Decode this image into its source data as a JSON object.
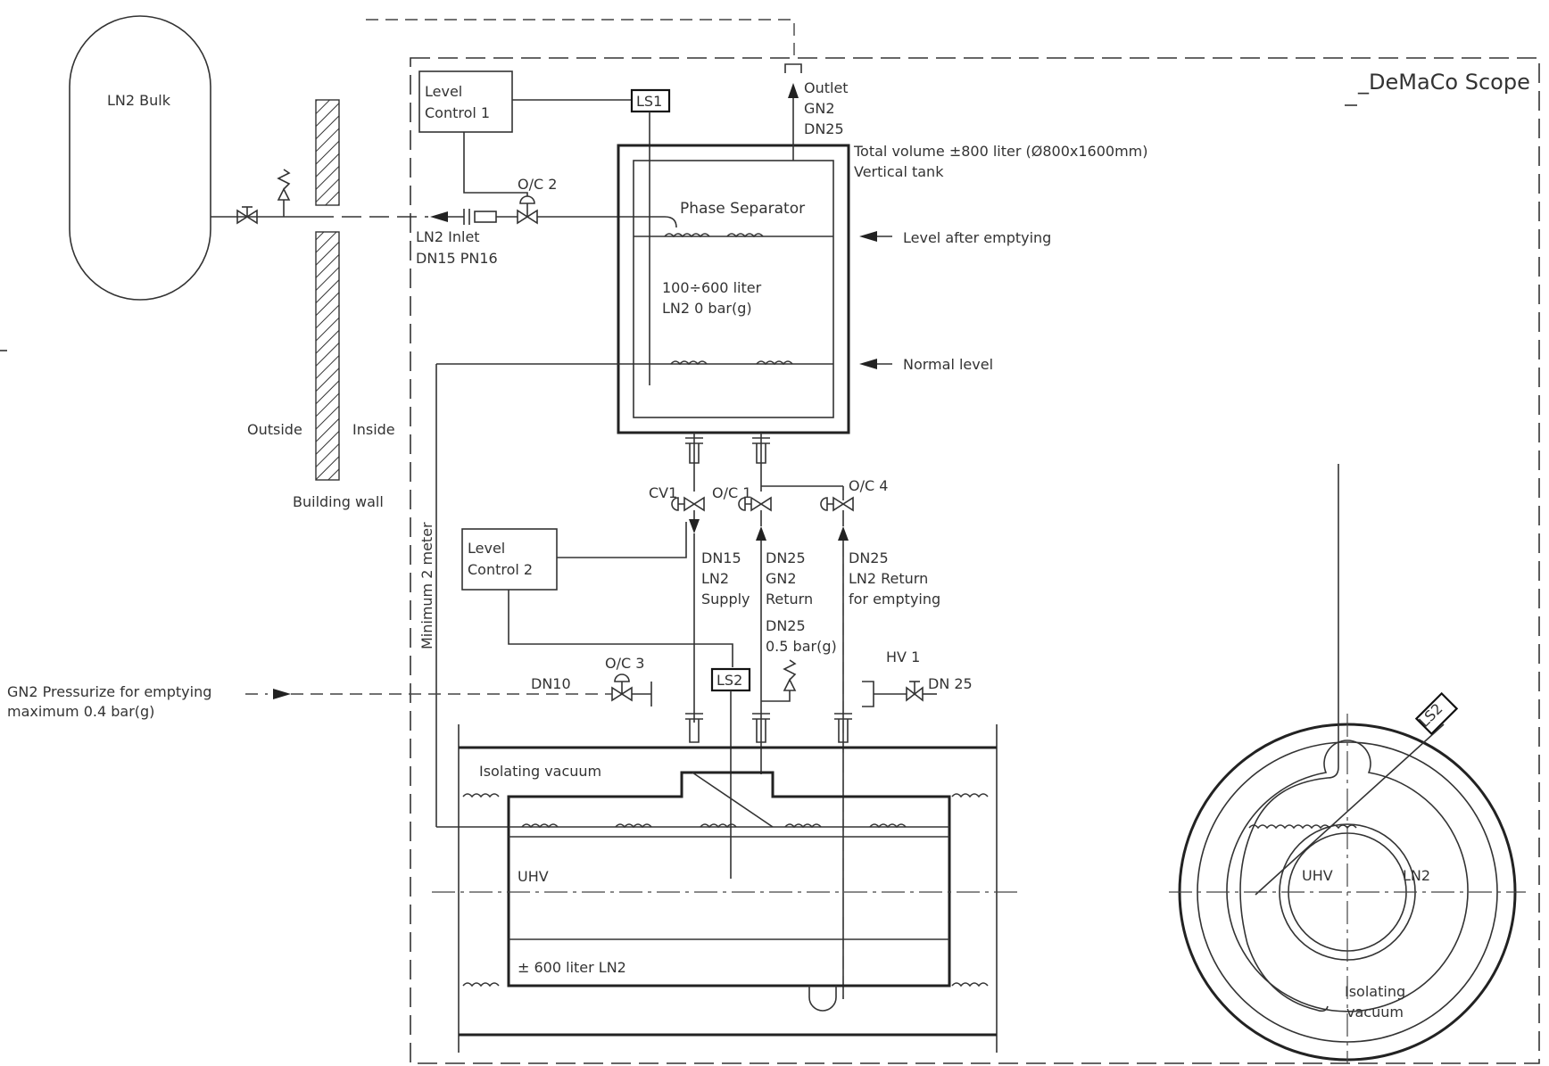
{
  "scope_label": "_DeMaCo Scope",
  "bulk": {
    "label": "LN2 Bulk"
  },
  "wall": {
    "outside": "Outside",
    "inside": "Inside",
    "caption": "Building wall"
  },
  "inlet": {
    "line1": "LN2 Inlet",
    "line2": "DN15 PN16"
  },
  "level_control_1": {
    "line1": "Level",
    "line2": "Control 1"
  },
  "level_control_2": {
    "line1": "Level",
    "line2": "Control 2"
  },
  "ls1": "LS1",
  "ls2": "LS2",
  "outlet": {
    "line1": "Outlet",
    "line2": "GN2",
    "line3": "DN25"
  },
  "tank": {
    "volume_line1": "Total volume ±800 liter (Ø800x1600mm)",
    "volume_line2": "Vertical tank",
    "name": "Phase Separator",
    "content_line1": "100÷600 liter",
    "content_line2": "LN2  0 bar(g)"
  },
  "levels": {
    "after_emptying": "Level after emptying",
    "normal": "Normal level"
  },
  "valves": {
    "oc1": "O/C 1",
    "oc2": "O/C 2",
    "oc3": "O/C 3",
    "oc4": "O/C 4",
    "cv1": "CV1",
    "hv1": "HV 1"
  },
  "lines": {
    "supply": [
      "DN15",
      "LN2",
      "Supply"
    ],
    "gn2_return": [
      "DN25",
      "GN2",
      "Return"
    ],
    "relief": [
      "DN25",
      "0.5 bar(g)"
    ],
    "ln2_return": [
      "DN25",
      "LN2 Return",
      "for emptying"
    ],
    "dn10": "DN10",
    "dn25": "DN 25"
  },
  "pressurize": {
    "line1": "GN2 Pressurize for emptying",
    "line2": "maximum 0.4 bar(g)"
  },
  "minimum_height": "Minimum 2 meter",
  "vessel": {
    "isolating_vacuum": "Isolating vacuum",
    "uhv": "UHV",
    "volume": "± 600 liter LN2"
  },
  "section": {
    "uhv": "UHV",
    "ln2": "LN2",
    "iso1": "Isolating",
    "iso2": "vacuum"
  }
}
